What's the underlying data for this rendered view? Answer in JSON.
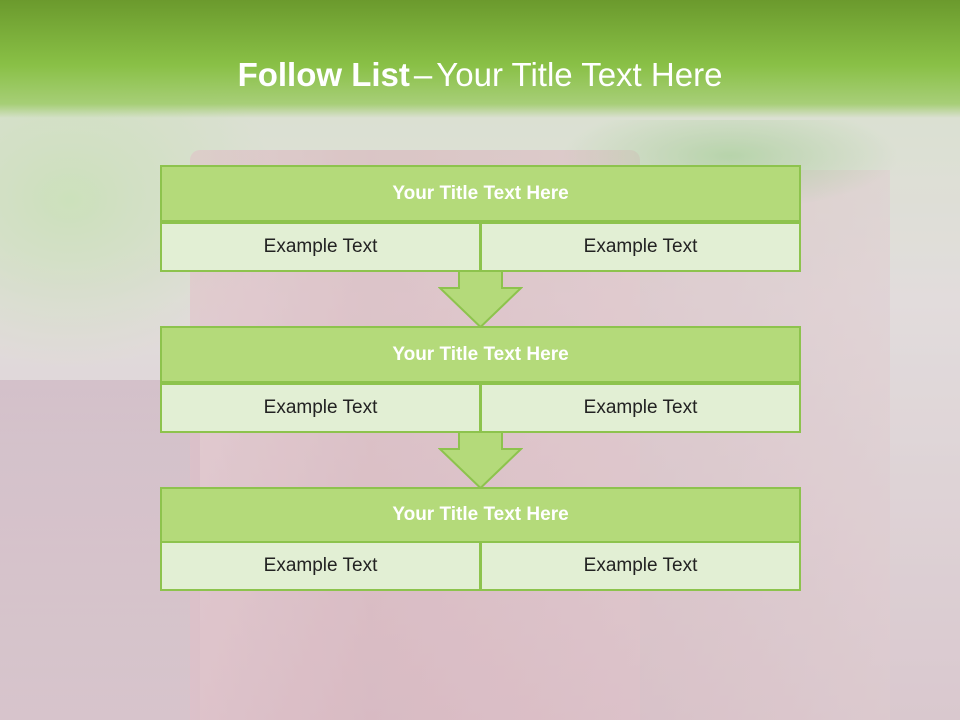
{
  "slide": {
    "title_bold": "Follow List",
    "title_separator": "–",
    "title_rest": "Your Title Text Here"
  },
  "steps": [
    {
      "title": "Your Title Text Here",
      "left_text": "Example Text",
      "right_text": "Example Text"
    },
    {
      "title": "Your Title Text Here",
      "left_text": "Example Text",
      "right_text": "Example Text"
    },
    {
      "title": "Your Title Text Here",
      "left_text": "Example Text",
      "right_text": "Example Text"
    }
  ],
  "colors": {
    "header_green": "#89c046",
    "box_header_fill": "#b4da7a",
    "box_cell_fill": "#e2efd4",
    "box_border": "#8dc34d",
    "arrow_fill": "#b4da7a"
  },
  "background": {
    "image": "blurred-berry-drink-with-mint-photo"
  }
}
